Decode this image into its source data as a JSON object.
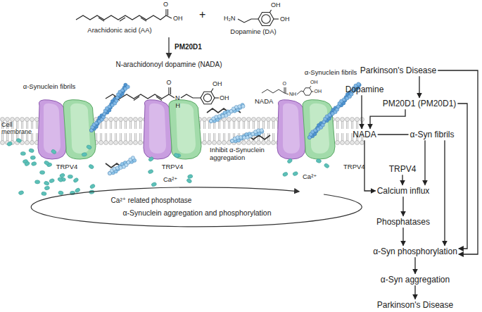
{
  "diagram": {
    "nodes": [
      {
        "text": [
          "Parkinson's Disease"
        ]
      },
      {
        "text": [
          "Dopamine"
        ]
      },
      {
        "text": [
          "PM20D1 (PM20D1)"
        ]
      },
      {
        "text": [
          "NADA"
        ]
      },
      {
        "text": [
          "α-Syn fibrils"
        ]
      },
      {
        "text": [
          "TRPV4"
        ]
      },
      {
        "text": [
          "Calcium influx"
        ]
      },
      {
        "text": [
          "Phosphatases"
        ]
      },
      {
        "text": [
          "α-Syn phosphorylation"
        ]
      },
      {
        "text": [
          "α-Syn aggregation"
        ]
      },
      {
        "text": [
          "Parkinson's Disease"
        ]
      }
    ],
    "edges": [
      {
        "from": 0,
        "to": 2,
        "arrow": "to"
      },
      {
        "from": 0,
        "to": 8,
        "arrow": "to"
      },
      {
        "from": 1,
        "to": 3,
        "arrow": "to"
      },
      {
        "from": 2,
        "to": 3,
        "arrow": "to"
      },
      {
        "from": 2,
        "to": 8,
        "arrow": "to"
      },
      {
        "from": 3,
        "to": 4,
        "arrow": "none"
      },
      {
        "from": 3,
        "to": 6,
        "arrow": "to"
      },
      {
        "from": 4,
        "to": 6,
        "arrow": "to"
      },
      {
        "from": 4,
        "to": 8,
        "arrow": "to"
      },
      {
        "from": 5,
        "to": 6,
        "arrow": "to"
      },
      {
        "from": 6,
        "to": 7,
        "arrow": "to"
      },
      {
        "from": 7,
        "to": 8,
        "arrow": "to"
      },
      {
        "from": 8,
        "to": 9,
        "arrow": "to"
      },
      {
        "from": 9,
        "to": 10,
        "arrow": "to"
      }
    ],
    "labels": [
      "Arachidonic acid (AA)",
      "+",
      "Dopamine (DA)",
      "PM20D1",
      "N-arachidonoyl dopamine (NADA)",
      "α-Synuclein fibrils",
      "Cell membrane",
      "TRPV4",
      "TRPV4",
      "Inhibit α-Synuclein aggregation",
      "NADA",
      "α-Synuclein fibrils",
      "TRPV4",
      "Ca²⁺",
      "Ca²⁺",
      "Ca²⁺ related phosphotase",
      "α-Synuclein aggregation and phosphorylation",
      "O",
      "OH",
      "H₂N",
      "OH",
      "OH",
      "O",
      "H",
      "N",
      "OH",
      "OH",
      "O",
      "N",
      "H",
      "OH",
      "OH"
    ]
  }
}
